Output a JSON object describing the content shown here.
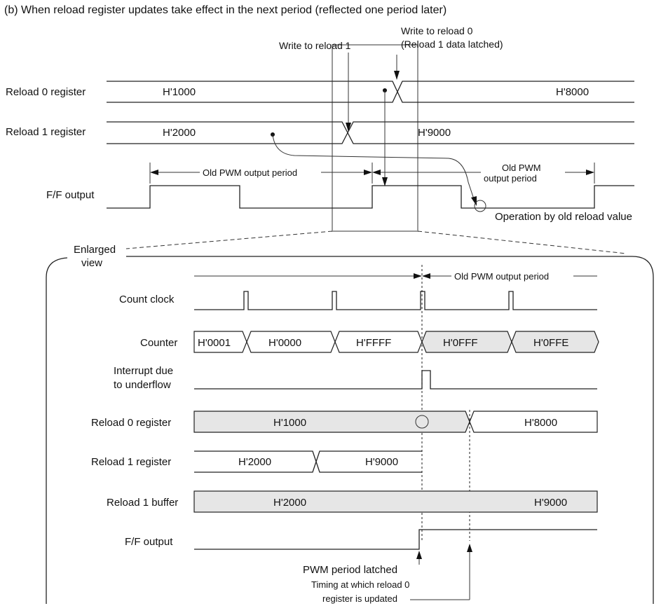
{
  "heading": "(b) When reload register updates take effect in the next period (reflected one period later)",
  "top": {
    "annotations": {
      "write_reload1": "Write to reload 1",
      "write_reload0": "Write to reload 0",
      "reload1_latched": "(Reload 1 data latched)",
      "old_period_left": "Old PWM output period",
      "old_period_right_1": "Old PWM",
      "old_period_right_2": "output period",
      "old_value_op": "Operation by old reload value"
    },
    "signals": {
      "reload0": {
        "label": "Reload 0 register",
        "value_before": "H'1000",
        "value_after": "H'8000"
      },
      "reload1": {
        "label": "Reload 1 register",
        "value_before": "H'2000",
        "value_after": "H'9000"
      },
      "ff": {
        "label": "F/F output"
      }
    }
  },
  "enlarged": {
    "label_1": "Enlarged",
    "label_2": "view",
    "period_label": "Old PWM output period",
    "signals": {
      "count_clock": {
        "label": "Count clock"
      },
      "counter": {
        "label": "Counter",
        "values": [
          "H'0001",
          "H'0000",
          "H'FFFF",
          "H'0FFF",
          "H'0FFE"
        ]
      },
      "interrupt": {
        "label_1": "Interrupt due",
        "label_2": "to underflow"
      },
      "reload0": {
        "label": "Reload 0 register",
        "value_before": "H'1000",
        "value_after": "H'8000"
      },
      "reload1": {
        "label": "Reload 1 register",
        "value_before": "H'2000",
        "value_after": "H'9000"
      },
      "buffer": {
        "label": "Reload 1 buffer",
        "value_before": "H'2000",
        "value_after": "H'9000"
      },
      "ff": {
        "label": "F/F output"
      }
    },
    "notes": {
      "pwm_latched": "PWM period latched",
      "timing_1": "Timing at which reload 0",
      "timing_2": "register is updated"
    }
  }
}
